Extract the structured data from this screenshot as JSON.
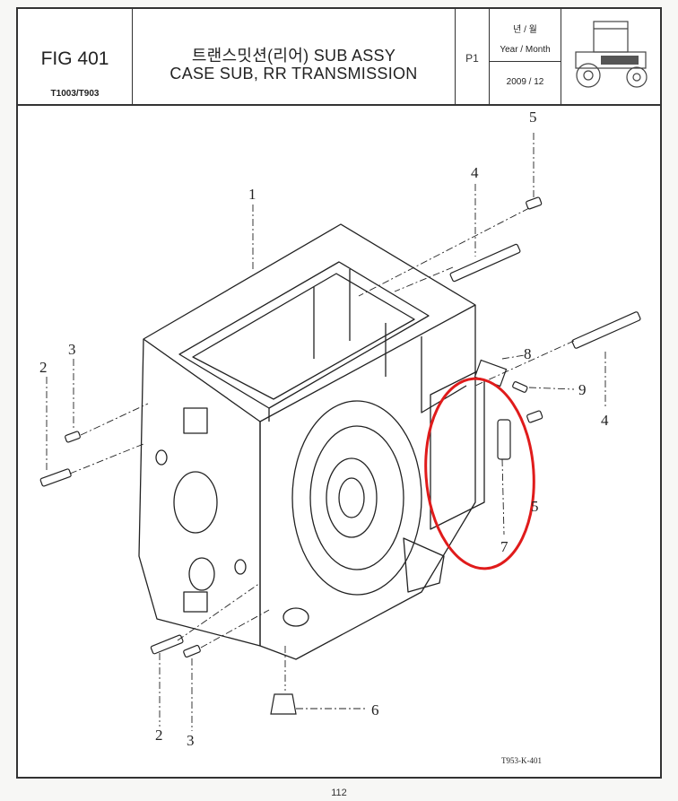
{
  "header": {
    "fig_no": "FIG 401",
    "model": "T1003/T903",
    "title_korean": "트랜스밋션(리어) SUB ASSY",
    "title_english": "CASE SUB, RR TRANSMISSION",
    "page_label": "P1",
    "date_header_korean": "년 / 월",
    "date_header_english": "Year / Month",
    "date_value": "2009 / 12",
    "logo": "tractor-icon"
  },
  "callouts": {
    "c1": "1",
    "c2a": "2",
    "c3a": "3",
    "c4a": "4",
    "c5a": "5",
    "c8": "8",
    "c9": "9",
    "c4b": "4",
    "c5b": "5",
    "c7": "7",
    "c6": "6",
    "c2b": "2",
    "c3b": "3"
  },
  "highlight_color": "#e01b1b",
  "footer": {
    "drawing_code": "T953-K-401",
    "page_number": "112"
  }
}
